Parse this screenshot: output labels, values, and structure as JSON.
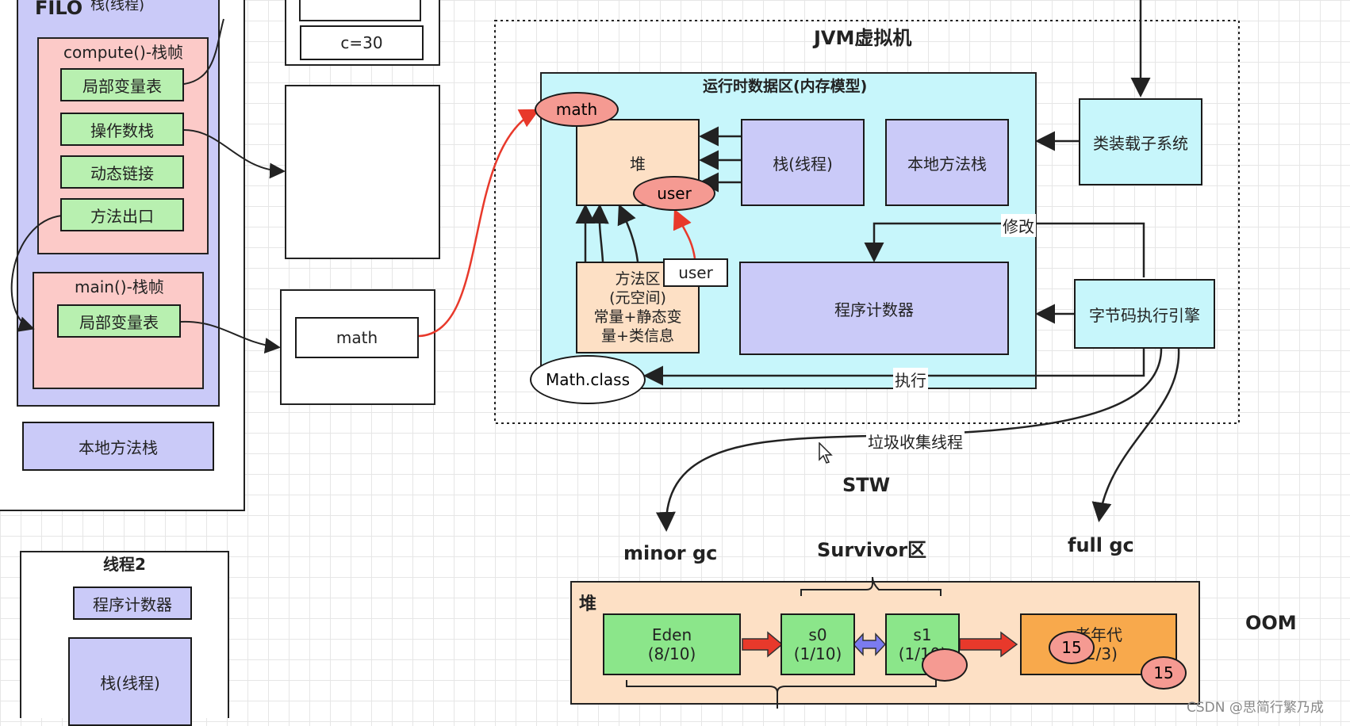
{
  "thread1": {
    "title_partial": "FILO",
    "title_partial2": "栈(线程)",
    "compute_frame": {
      "title": "compute()-栈帧",
      "items": [
        "局部变量表",
        "操作数栈",
        "动态链接",
        "方法出口"
      ]
    },
    "main_frame": {
      "title": "main()-栈帧",
      "items": [
        "局部变量表"
      ]
    },
    "native_stack": "本地方法栈"
  },
  "c_value": "c=30",
  "math_ref": "math",
  "thread2": {
    "title": "线程2",
    "pc": "程序计数器",
    "stack": "栈(线程)"
  },
  "jvm": {
    "title": "JVM虚拟机",
    "runtime_area": "运行时数据区(内存模型)",
    "heap": "堆",
    "math_obj": "math",
    "user_obj": "user",
    "stack": "栈(线程)",
    "native_stack": "本地方法栈",
    "method_area": "方法区\n(元空间)\n常量+静态变\n量+类信息",
    "user_ref": "user",
    "pc": "程序计数器",
    "math_class": "Math.class",
    "class_loader": "类装载子系统",
    "bytecode_engine": "字节码执行引擎",
    "modify": "修改",
    "execute": "执行",
    "gc_thread": "垃圾收集线程"
  },
  "gc": {
    "stw": "STW",
    "minor": "minor gc",
    "survivor": "Survivor区",
    "full": "full gc",
    "oom": "OOM"
  },
  "heap_gen": {
    "title": "堆",
    "eden": "Eden\n(8/10)",
    "s0": "s0\n(1/10)",
    "s1": "s1\n(1/10)",
    "old": "老年代\n(2/3)",
    "age1": "15",
    "age2": "15"
  },
  "watermark": "CSDN @思简行繁乃成"
}
